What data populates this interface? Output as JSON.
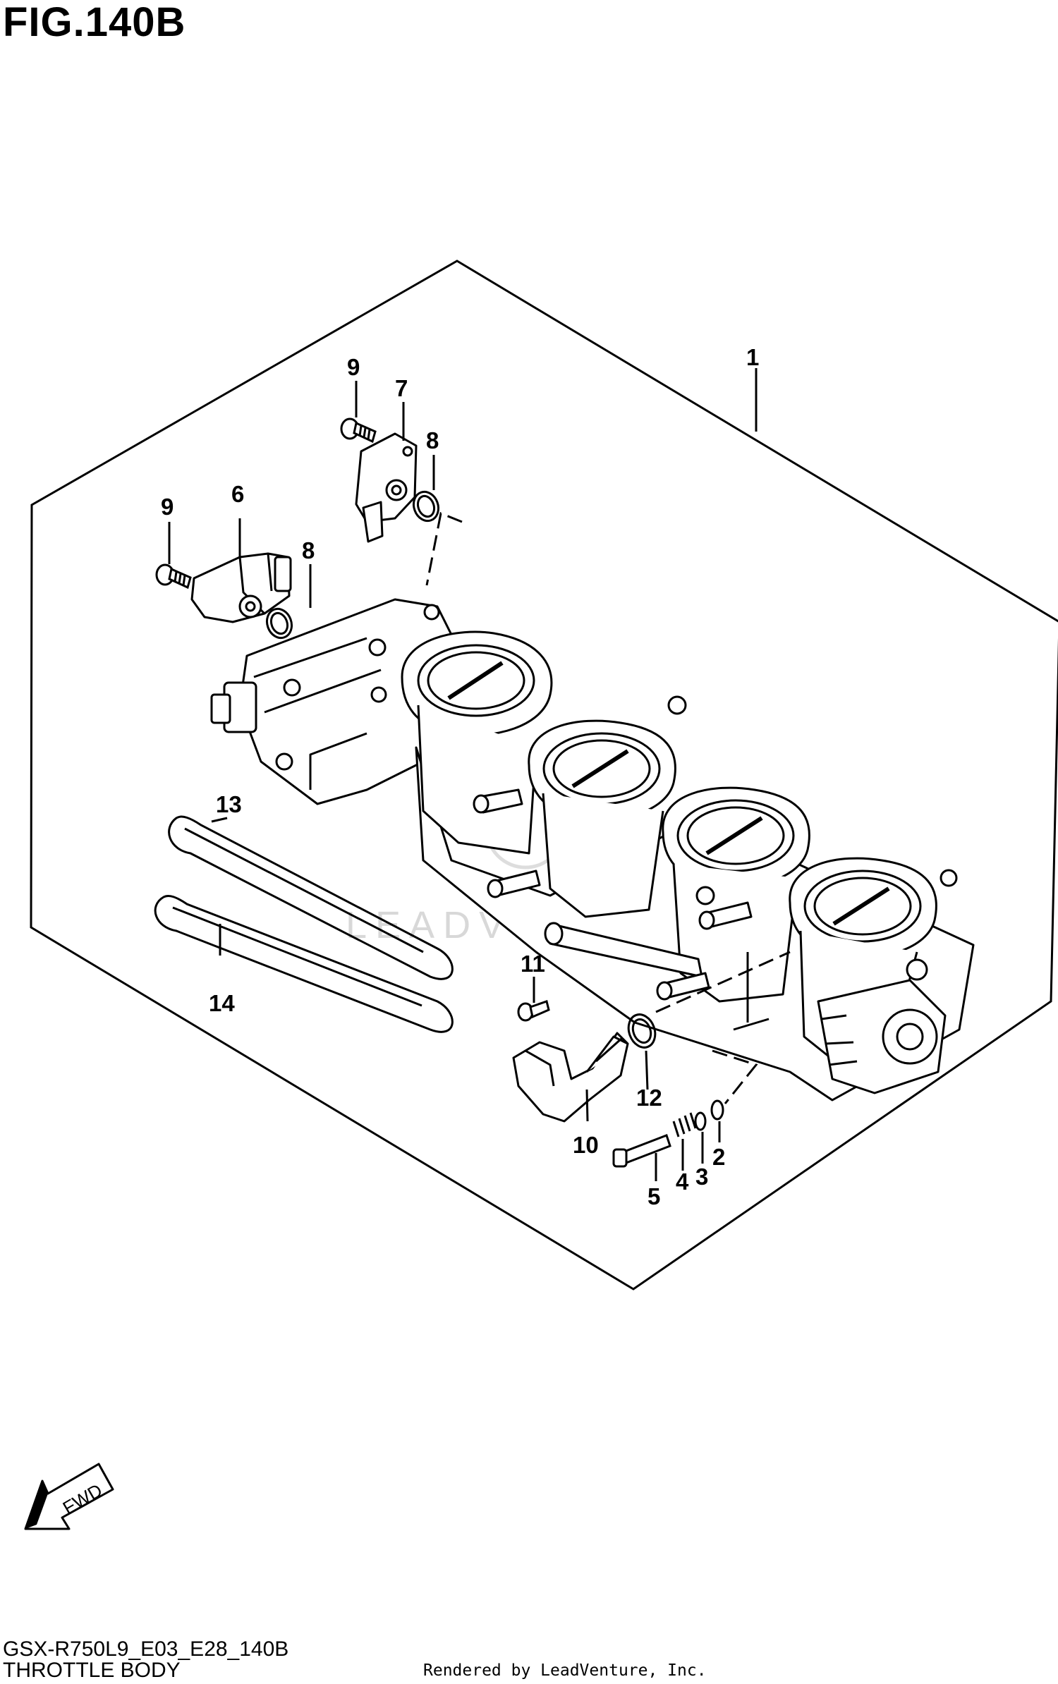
{
  "figure": {
    "title": "FIG.140B",
    "model_code": "GSX-R750L9_E03_E28_140B",
    "caption": "THROTTLE BODY",
    "rendered_by": "Rendered by LeadVenture, Inc.",
    "watermark": "LEADVENTURE",
    "fwd_label": "FWD"
  },
  "callouts": [
    {
      "label": "1"
    },
    {
      "label": "2"
    },
    {
      "label": "3"
    },
    {
      "label": "4"
    },
    {
      "label": "5"
    },
    {
      "label": "6"
    },
    {
      "label": "7"
    },
    {
      "label": "8"
    },
    {
      "label": "8"
    },
    {
      "label": "9"
    },
    {
      "label": "9"
    },
    {
      "label": "10"
    },
    {
      "label": "11"
    },
    {
      "label": "12"
    },
    {
      "label": "13"
    },
    {
      "label": "14"
    }
  ],
  "colors": {
    "line": "#000000",
    "background": "#ffffff",
    "watermark": "#d8d8d8"
  }
}
